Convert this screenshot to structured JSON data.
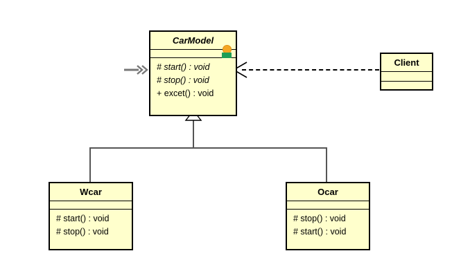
{
  "diagram": {
    "type": "uml-class-diagram",
    "background_color": "#ffffff",
    "class_fill_color": "#ffffcc",
    "class_border_color": "#000000",
    "connector_color": "#555555",
    "marker_ball_color": "#f5a623",
    "marker_bar_color": "#1e9e57"
  },
  "classes": {
    "car_model": {
      "name": "CarModel",
      "abstract": true,
      "attributes": [],
      "operations": [
        {
          "text": "# start() : void",
          "abstract": true
        },
        {
          "text": "# stop() : void",
          "abstract": true
        },
        {
          "text": "+ excet() : void",
          "abstract": false
        }
      ]
    },
    "client": {
      "name": "Client",
      "abstract": false,
      "attributes": [],
      "operations": []
    },
    "wcar": {
      "name": "Wcar",
      "abstract": false,
      "attributes": [],
      "operations": [
        {
          "text": "# start() : void",
          "abstract": false
        },
        {
          "text": "# stop() : void",
          "abstract": false
        }
      ]
    },
    "ocar": {
      "name": "Ocar",
      "abstract": false,
      "attributes": [],
      "operations": [
        {
          "text": "# stop() : void",
          "abstract": false
        },
        {
          "text": "# start() : void",
          "abstract": false
        }
      ]
    }
  },
  "relationships": [
    {
      "id": "wcar-extends-carmodel",
      "kind": "generalization",
      "from": "Wcar",
      "to": "CarModel"
    },
    {
      "id": "ocar-extends-carmodel",
      "kind": "generalization",
      "from": "Ocar",
      "to": "CarModel"
    },
    {
      "id": "client-depends-carmodel",
      "kind": "dependency",
      "from": "Client",
      "to": "CarModel"
    }
  ],
  "icons": {
    "nav_arrow": "nav-arrow-icon",
    "ball_marker": "orange-ball-marker-icon",
    "bar_marker": "green-bar-marker-icon",
    "generalization_head": "hollow-triangle-icon",
    "dependency_head": "open-arrow-icon"
  }
}
